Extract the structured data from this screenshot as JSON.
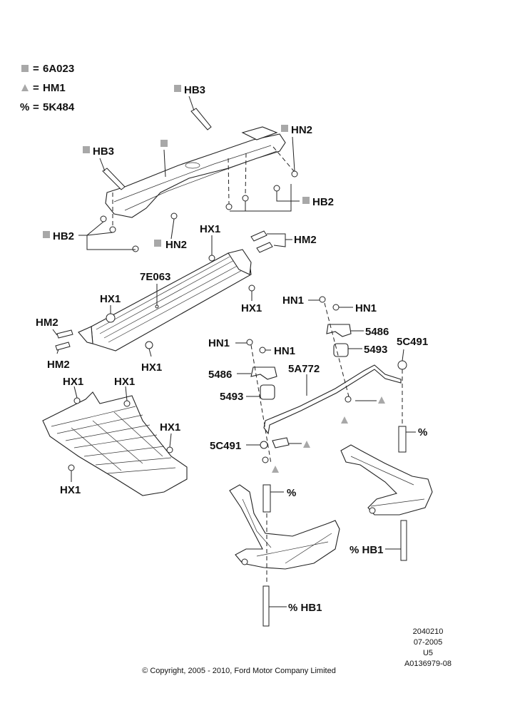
{
  "legend": {
    "square_code": "6A023",
    "triangle_code": "HM1",
    "percent_code": "5K484",
    "percent_symbol": "%",
    "equals": "="
  },
  "callouts": {
    "hb3_top": "HB3",
    "hb3_left": "HB3",
    "hn2_right": "HN2",
    "hb2_right": "HB2",
    "hb2_left": "HB2",
    "hn2_bottom": "HN2",
    "hx1_tube_top": "HX1",
    "hm2_tube_right": "HM2",
    "e7e063": "7E063",
    "hx1_tube_mid": "HX1",
    "hx1_tube_right": "HX1",
    "hm2_tube_left_a": "HM2",
    "hm2_tube_left_b": "HM2",
    "hx1_tube_bottom": "HX1",
    "hx1_skid_a": "HX1",
    "hx1_skid_b": "HX1",
    "hx1_skid_c": "HX1",
    "hx1_skid_d": "HX1",
    "hn1_right_a": "HN1",
    "hn1_right_b": "HN1",
    "p5486_right": "5486",
    "p5493_right": "5493",
    "p5c491_right": "5C491",
    "hn1_left_a": "HN1",
    "hn1_left_b": "HN1",
    "p5486_left": "5486",
    "p5a772": "5A772",
    "p5493_left": "5493",
    "p5c491_left": "5C491",
    "pct_right": "%",
    "pct_left": "%",
    "hb1_right": "% HB1",
    "hb1_left": "% HB1"
  },
  "meta": {
    "code1": "2040210",
    "date": "07-2005",
    "version": "U5",
    "ref": "A0136979-08",
    "copyright": "© Copyright, 2005 - 2010, Ford Motor Company Limited"
  },
  "colors": {
    "marker_gray": "#a8a8a8",
    "ink": "#222222"
  }
}
